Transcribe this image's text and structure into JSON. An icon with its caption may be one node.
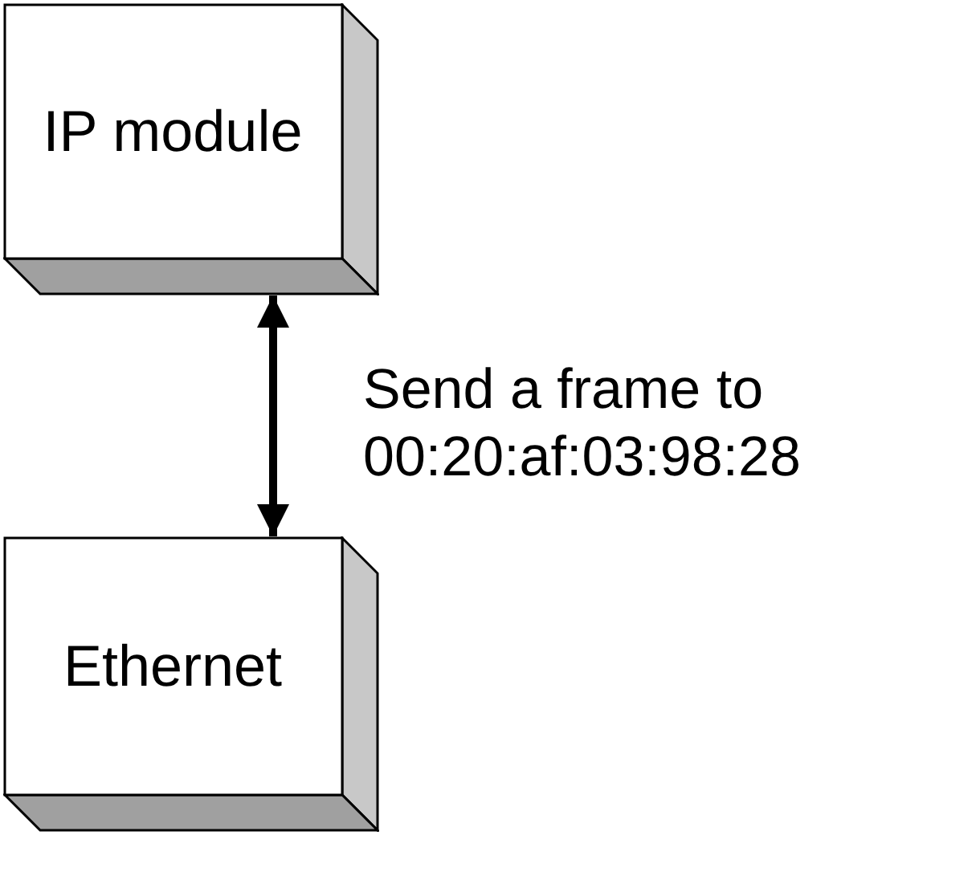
{
  "diagram": {
    "nodes": [
      {
        "text": [
          "IP module"
        ]
      },
      {
        "text": [
          "Ethernet"
        ]
      }
    ],
    "edges": [
      {
        "from": 0,
        "to": 1,
        "arrow": "both",
        "label": "Send a frame to 00:20:af:03:98:28"
      }
    ]
  }
}
